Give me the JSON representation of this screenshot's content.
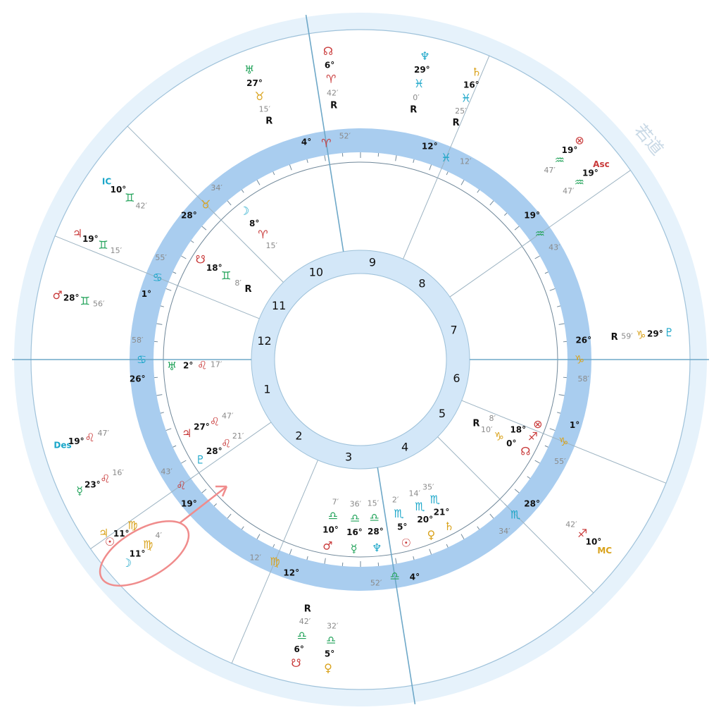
{
  "watermark": "若道",
  "colors": {
    "outer_band": "#e6f2fb",
    "sign_band": "#a9cdef",
    "inner_band": "#d3e7f8",
    "line": "#6f8799",
    "axis": "#6ea8c8",
    "annotation": "#f08c8c",
    "fire": "#c93a3a",
    "earth": "#d9a21b",
    "air": "#22a35a",
    "water": "#1aa6c9"
  },
  "houses": [
    "1",
    "2",
    "3",
    "4",
    "5",
    "6",
    "7",
    "8",
    "9",
    "10",
    "11",
    "12"
  ],
  "house_cusps": [
    {
      "id": "cusp-asc",
      "deg": "26°",
      "sign_glyph": "♋",
      "sign_color": "#1aa6c9",
      "min": "58′",
      "angle_label": ""
    },
    {
      "id": "cusp-2",
      "deg": "19°",
      "sign_glyph": "♌",
      "sign_color": "#c93a3a",
      "min": "43′",
      "angle_label": ""
    },
    {
      "id": "cusp-3",
      "deg": "12°",
      "sign_glyph": "♍",
      "sign_color": "#d9a21b",
      "min": "12′",
      "angle_label": ""
    },
    {
      "id": "cusp-ic",
      "deg": "4°",
      "sign_glyph": "♎",
      "sign_color": "#22a35a",
      "min": "52′",
      "angle_label": ""
    },
    {
      "id": "cusp-5",
      "deg": "28°",
      "sign_glyph": "♏",
      "sign_color": "#1aa6c9",
      "min": "34′",
      "angle_label": ""
    },
    {
      "id": "cusp-6",
      "deg": "1°",
      "sign_glyph": "♑",
      "sign_color": "#d9a21b",
      "min": "55′",
      "angle_label": ""
    },
    {
      "id": "cusp-dsc",
      "deg": "26°",
      "sign_glyph": "♑",
      "sign_color": "#d9a21b",
      "min": "58′",
      "angle_label": ""
    },
    {
      "id": "cusp-8",
      "deg": "19°",
      "sign_glyph": "♒",
      "sign_color": "#22a35a",
      "min": "43′",
      "angle_label": ""
    },
    {
      "id": "cusp-9",
      "deg": "12°",
      "sign_glyph": "♓",
      "sign_color": "#1aa6c9",
      "min": "12′",
      "angle_label": ""
    },
    {
      "id": "cusp-mc",
      "deg": "4°",
      "sign_glyph": "♈",
      "sign_color": "#c93a3a",
      "min": "52′",
      "angle_label": ""
    },
    {
      "id": "cusp-11",
      "deg": "28°",
      "sign_glyph": "♉",
      "sign_color": "#d9a21b",
      "min": "34′",
      "angle_label": ""
    },
    {
      "id": "cusp-12",
      "deg": "1°",
      "sign_glyph": "♋",
      "sign_color": "#1aa6c9",
      "min": "55′",
      "angle_label": ""
    }
  ],
  "inner_planets": [
    {
      "id": "moon-inner",
      "glyph": "☽",
      "color": "#1aa6c9",
      "deg": "8°",
      "sign_glyph": "♈",
      "sign_color": "#c93a3a",
      "min": "15′",
      "retro": ""
    },
    {
      "id": "node-inner",
      "glyph": "☋",
      "color": "#c93a3a",
      "deg": "18°",
      "sign_glyph": "♊",
      "sign_color": "#22a35a",
      "min": "8′",
      "retro": "R"
    },
    {
      "id": "uranus-inner",
      "glyph": "♅",
      "color": "#22a35a",
      "deg": "2°",
      "sign_glyph": "♌",
      "sign_color": "#c93a3a",
      "min": "17′",
      "retro": ""
    },
    {
      "id": "jupiter-inner",
      "glyph": "♃",
      "color": "#c93a3a",
      "deg": "27°",
      "sign_glyph": "♌",
      "sign_color": "#c93a3a",
      "min": "47′",
      "retro": ""
    },
    {
      "id": "pluto-inner",
      "glyph": "♇",
      "color": "#1aa6c9",
      "deg": "28°",
      "sign_glyph": "♌",
      "sign_color": "#c93a3a",
      "min": "21′",
      "retro": ""
    },
    {
      "id": "mars-inner",
      "glyph": "♂",
      "color": "#c93a3a",
      "deg": "10°",
      "sign_glyph": "♎",
      "sign_color": "#22a35a",
      "min": "7′",
      "retro": ""
    },
    {
      "id": "mercury-inner",
      "glyph": "☿",
      "color": "#22a35a",
      "deg": "16°",
      "sign_glyph": "♎",
      "sign_color": "#22a35a",
      "min": "36′",
      "retro": ""
    },
    {
      "id": "neptune-inner",
      "glyph": "♆",
      "color": "#1aa6c9",
      "deg": "28°",
      "sign_glyph": "♎",
      "sign_color": "#22a35a",
      "min": "15′",
      "retro": ""
    },
    {
      "id": "sun-inner",
      "glyph": "☉",
      "color": "#c93a3a",
      "deg": "5°",
      "sign_glyph": "♏",
      "sign_color": "#1aa6c9",
      "min": "2′",
      "retro": ""
    },
    {
      "id": "venus-inner",
      "glyph": "♀",
      "color": "#d9a21b",
      "deg": "20°",
      "sign_glyph": "♏",
      "sign_color": "#1aa6c9",
      "min": "14′",
      "retro": ""
    },
    {
      "id": "saturn-inner",
      "glyph": "♄",
      "color": "#d9a21b",
      "deg": "21°",
      "sign_glyph": "♏",
      "sign_color": "#1aa6c9",
      "min": "35′",
      "retro": ""
    },
    {
      "id": "node2-inner",
      "glyph": "☊",
      "color": "#c93a3a",
      "deg": "0°",
      "sign_glyph": "♑",
      "sign_color": "#d9a21b",
      "min": "10′",
      "retro": "R"
    },
    {
      "id": "chiron-inner",
      "glyph": "♐",
      "color": "#c93a3a",
      "deg": "18°",
      "sign_glyph": "",
      "sign_color": "#c93a3a",
      "min": "8′",
      "retro": ""
    },
    {
      "id": "fortune-inner",
      "glyph": "⊗",
      "color": "#c93a3a",
      "deg": "",
      "sign_glyph": "",
      "sign_color": "#c93a3a",
      "min": "",
      "retro": ""
    }
  ],
  "outer_planets": [
    {
      "id": "node-outer",
      "glyph": "☊",
      "color": "#c93a3a",
      "deg": "6°",
      "sign_glyph": "♈",
      "sign_color": "#c93a3a",
      "min": "42′",
      "retro": "R"
    },
    {
      "id": "neptune-outer",
      "glyph": "♆",
      "color": "#1aa6c9",
      "deg": "29°",
      "sign_glyph": "♓",
      "sign_color": "#1aa6c9",
      "min": "0′",
      "retro": "R"
    },
    {
      "id": "saturn-outer",
      "glyph": "♄",
      "color": "#d9a21b",
      "deg": "16°",
      "sign_glyph": "♓",
      "sign_color": "#1aa6c9",
      "min": "25′",
      "retro": "R"
    },
    {
      "id": "fortune-outer",
      "glyph": "⊗",
      "color": "#c93a3a",
      "deg": "19°",
      "sign_glyph": "♒",
      "sign_color": "#22a35a",
      "min": "47′",
      "retro": ""
    },
    {
      "id": "asc-outer",
      "glyph": "Asc",
      "color": "#c93a3a",
      "deg": "19°",
      "sign_glyph": "♒",
      "sign_color": "#22a35a",
      "min": "47′",
      "retro": ""
    },
    {
      "id": "pluto-outer",
      "glyph": "♇",
      "color": "#1aa6c9",
      "deg": "29°",
      "sign_glyph": "♑",
      "sign_color": "#d9a21b",
      "min": "59′",
      "retro": "R"
    },
    {
      "id": "mc-outer",
      "glyph": "MC",
      "color": "#d9a21b",
      "deg": "10°",
      "sign_glyph": "♐",
      "sign_color": "#c93a3a",
      "min": "42′",
      "retro": ""
    },
    {
      "id": "venus-outer",
      "glyph": "♀",
      "color": "#d9a21b",
      "deg": "5°",
      "sign_glyph": "♎",
      "sign_color": "#22a35a",
      "min": "32′",
      "retro": ""
    },
    {
      "id": "node2-outer",
      "glyph": "☋",
      "color": "#c93a3a",
      "deg": "6°",
      "sign_glyph": "♎",
      "sign_color": "#22a35a",
      "min": "42′",
      "retro": "R"
    },
    {
      "id": "moon-outer",
      "glyph": "☽",
      "color": "#1aa6c9",
      "deg": "11°",
      "sign_glyph": "♍",
      "sign_color": "#d9a21b",
      "min": "4′",
      "retro": ""
    },
    {
      "id": "sun-outer",
      "glyph": "☉",
      "color": "#c93a3a",
      "deg": "11°",
      "sign_glyph": "♍",
      "sign_color": "#d9a21b",
      "min": "",
      "retro": ""
    },
    {
      "id": "jupiter-outer",
      "glyph": "♃",
      "color": "#d9a21b",
      "deg": "",
      "sign_glyph": "",
      "sign_color": "#d9a21b",
      "min": "",
      "retro": ""
    },
    {
      "id": "mercury-outer",
      "glyph": "☿",
      "color": "#22a35a",
      "deg": "23°",
      "sign_glyph": "♌",
      "sign_color": "#c93a3a",
      "min": "16′",
      "retro": ""
    },
    {
      "id": "des-outer",
      "glyph": "Des",
      "color": "#1aa6c9",
      "deg": "19°",
      "sign_glyph": "♌",
      "sign_color": "#c93a3a",
      "min": "47′",
      "retro": ""
    },
    {
      "id": "mars-outer",
      "glyph": "♂",
      "color": "#c93a3a",
      "deg": "28°",
      "sign_glyph": "♊",
      "sign_color": "#22a35a",
      "min": "56′",
      "retro": ""
    },
    {
      "id": "jupiter2-outer",
      "glyph": "♃",
      "color": "#c93a3a",
      "deg": "19°",
      "sign_glyph": "♊",
      "sign_color": "#22a35a",
      "min": "15′",
      "retro": ""
    },
    {
      "id": "ic-outer",
      "glyph": "IC",
      "color": "#1aa6c9",
      "deg": "10°",
      "sign_glyph": "♊",
      "sign_color": "#22a35a",
      "min": "42′",
      "retro": ""
    },
    {
      "id": "uranus-outer",
      "glyph": "♅",
      "color": "#22a35a",
      "deg": "27°",
      "sign_glyph": "♉",
      "sign_color": "#d9a21b",
      "min": "15′",
      "retro": "R"
    }
  ]
}
